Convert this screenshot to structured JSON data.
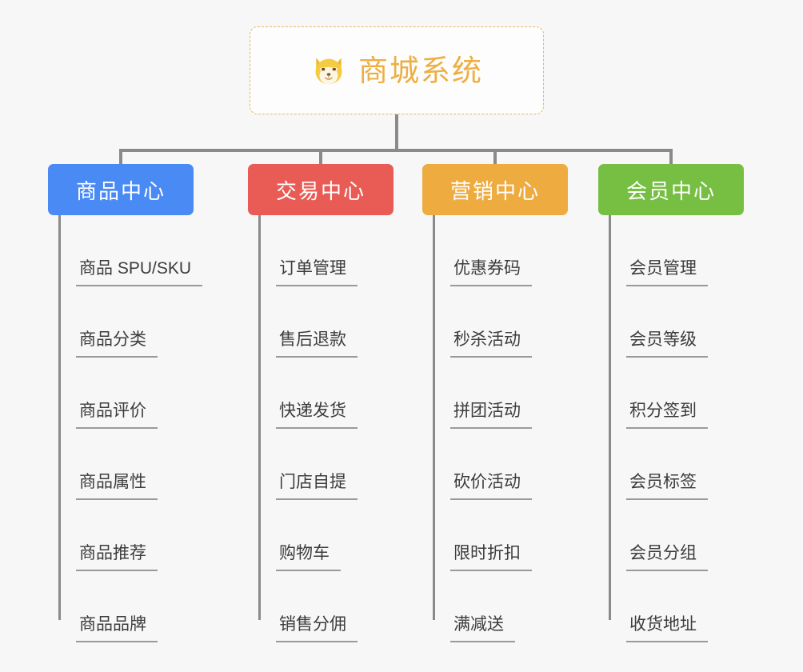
{
  "root": {
    "title": "商城系统",
    "icon": "shiba-dog-icon",
    "color": "#edaf44",
    "border_color": "#e8b861"
  },
  "branches": [
    {
      "label": "商品中心",
      "color": "#4a8af4",
      "items": [
        "商品 SPU/SKU",
        "商品分类",
        "商品评价",
        "商品属性",
        "商品推荐",
        "商品品牌"
      ]
    },
    {
      "label": "交易中心",
      "color": "#e85c55",
      "items": [
        "订单管理",
        "售后退款",
        "快递发货",
        "门店自提",
        "购物车",
        "销售分佣"
      ]
    },
    {
      "label": "营销中心",
      "color": "#eeab40",
      "items": [
        "优惠券码",
        "秒杀活动",
        "拼团活动",
        "砍价活动",
        "限时折扣",
        "满减送"
      ]
    },
    {
      "label": "会员中心",
      "color": "#76bf43",
      "items": [
        "会员管理",
        "会员等级",
        "积分签到",
        "会员标签",
        "会员分组",
        "收货地址"
      ]
    }
  ],
  "connector_color": "#8a8a8a",
  "background_color": "#f7f7f7"
}
